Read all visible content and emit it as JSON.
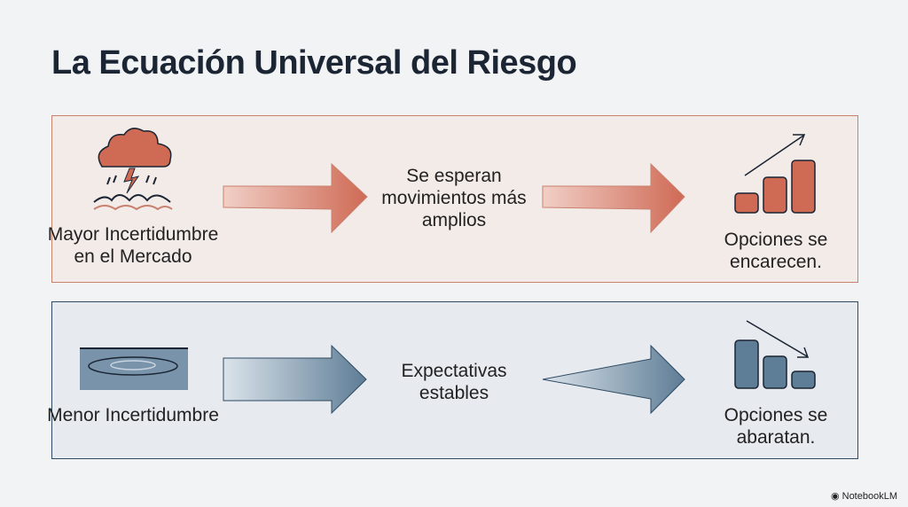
{
  "title": "La Ecuación Universal del Riesgo",
  "top_row": {
    "cause": "Mayor Incertidumbre en el Mercado",
    "effect": "Se esperan movimientos más amplios",
    "result": "Opciones se encarecen.",
    "color": "#cf6a55"
  },
  "bottom_row": {
    "cause": "Menor Incertidumbre",
    "effect": "Expectativas estables",
    "result": "Opciones se abaratan.",
    "color": "#5e7d96"
  },
  "brand": "NotebookLM"
}
